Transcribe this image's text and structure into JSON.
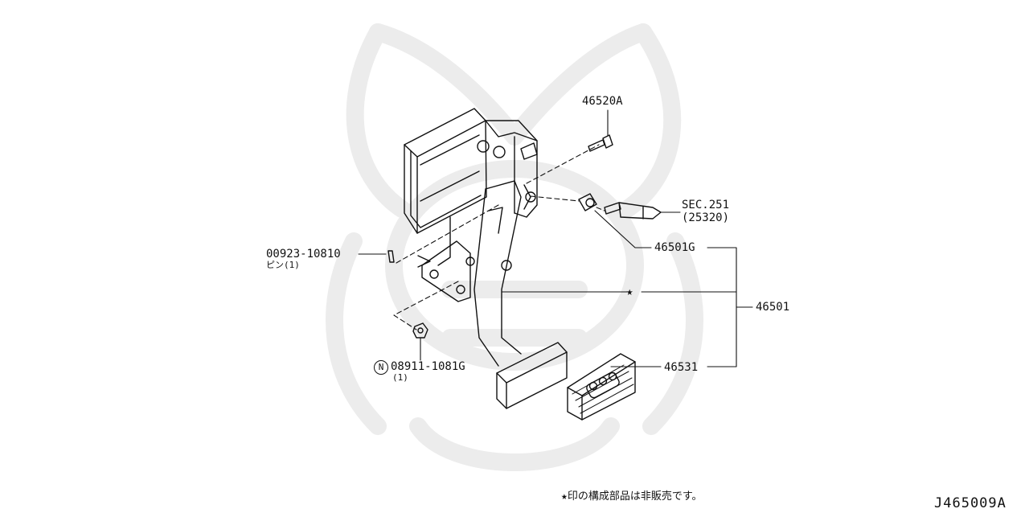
{
  "diagram": {
    "callouts": {
      "bolt": "46520A",
      "switch_section": "SEC.251",
      "switch_part": "(25320)",
      "bushing": "46501G",
      "assembly": "46501",
      "pedal_pad": "46531",
      "pin_part": "00923-10810",
      "pin_name_qty": "ピン(1)",
      "nut_part": "08911-1081G",
      "nut_qty": "(1)",
      "nut_marker": "N",
      "star_marker": "★"
    },
    "footnote": "★印の構成部品は非販売です。",
    "diagram_code": "J465009A"
  }
}
